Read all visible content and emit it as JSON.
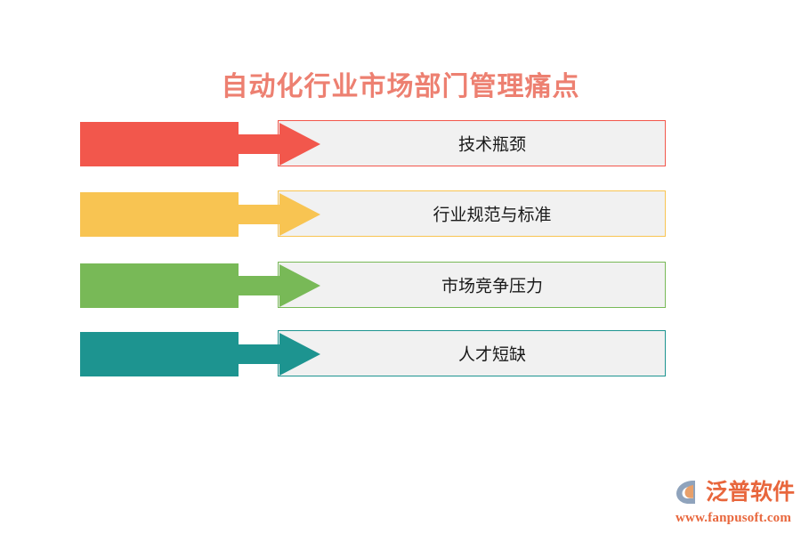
{
  "slide": {
    "title": "自动化行业市场部门管理痛点",
    "title_color": "#ED8071",
    "background": "#FFFFFF",
    "panel_fill": "#F1F1F1",
    "text_color": "#1A1A1A"
  },
  "rows": [
    {
      "label": "技术瓶颈",
      "color": "#F2574C"
    },
    {
      "label": "行业规范与标准",
      "color": "#F8C452"
    },
    {
      "label": "市场竞争压力",
      "color": "#78B957"
    },
    {
      "label": "人才短缺",
      "color": "#1D9490"
    }
  ],
  "logo": {
    "name": "泛普软件",
    "url": "www.fanpusoft.com",
    "brand_color": "#E8663C",
    "mark_color": "#8FA3BC",
    "mark_accent": "#E8A06A",
    "mark_icon": "fanpu-logo-icon"
  }
}
